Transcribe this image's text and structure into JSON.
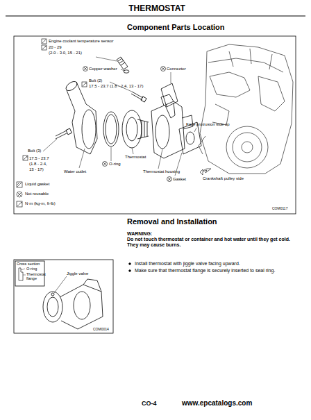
{
  "diagram": {
    "title": "THERMOSTAT",
    "labels": [
      "Component Parts Location",
      "Engine coolant temperature sensor",
      "20 - 29",
      "(2.0 - 3.0, 15 - 21)",
      "Copper washer",
      "Connector",
      "Bolt (2)",
      "17.5 - 23.7 (1.8 - 2.4, 13 - 17)",
      "Face protrusion side up",
      "Bolt (3)",
      "17.5 - 23.7",
      "(1.8 - 2.4,",
      "13 - 17)",
      "Thermostat",
      "O-ring",
      "Water outlet",
      "Thermostat housing",
      "Gasket",
      "Crankshaft pulley side",
      "COM0117",
      "Removal and Installation",
      "WARNING:",
      "Do not touch thermostat or container and hot water until they get cold. They may cause burns.",
      "Install thermostat with jiggle valve facing upward.",
      "Make sure that thermostat flange is securely inserted to seal ring.",
      "Cross section",
      "O-ring",
      "Thermostat flange",
      "Jiggle valve",
      "COM0014",
      "CO-4",
      "www.epcatalogs.com"
    ],
    "legend": [
      {
        "text": "Liquid gasket"
      },
      {
        "text": "Not reusable"
      },
      {
        "text": "N·m (kg-m, ft-lb)"
      }
    ]
  }
}
